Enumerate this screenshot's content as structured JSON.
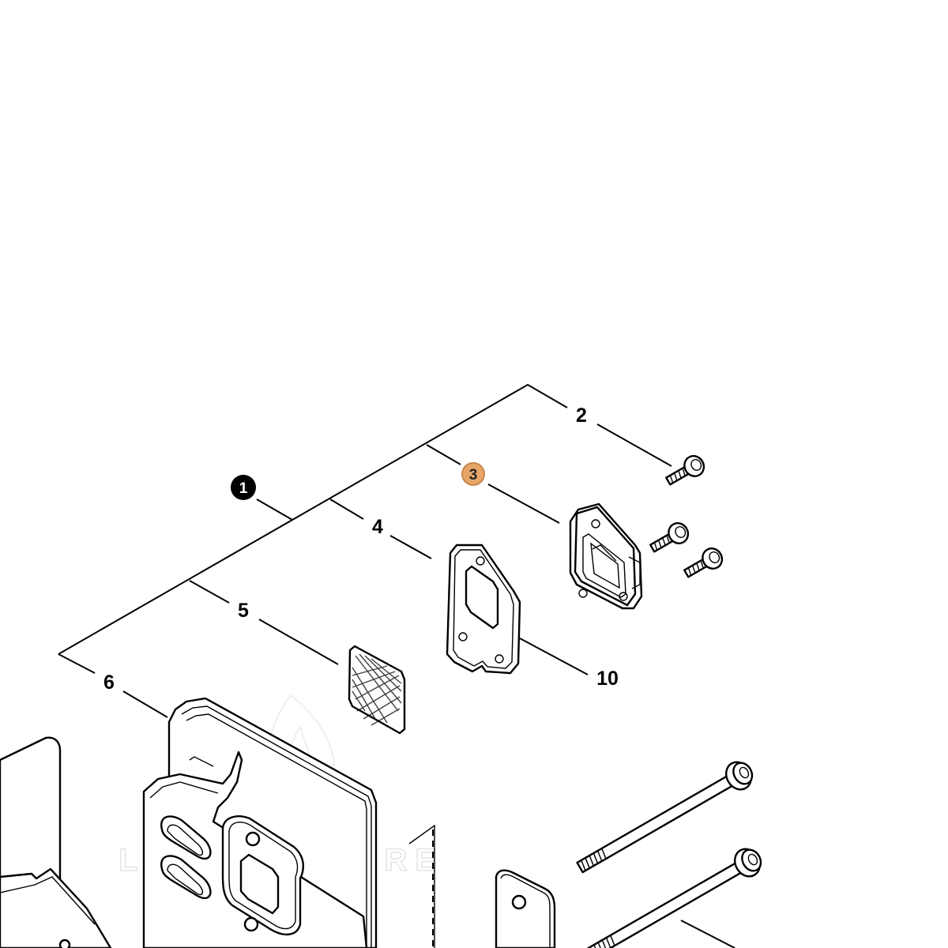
{
  "diagram": {
    "callouts": [
      {
        "id": "1",
        "label": "1",
        "style": "filled-circle"
      },
      {
        "id": "2",
        "label": "2",
        "style": "plain"
      },
      {
        "id": "3",
        "label": "3",
        "style": "highlighted-circle"
      },
      {
        "id": "4",
        "label": "4",
        "style": "plain"
      },
      {
        "id": "5",
        "label": "5",
        "style": "plain"
      },
      {
        "id": "6",
        "label": "6",
        "style": "plain"
      },
      {
        "id": "10",
        "label": "10",
        "style": "plain"
      }
    ],
    "watermark": "LANDVENTURE",
    "colors": {
      "line": "#000000",
      "background": "#ffffff",
      "highlight_fill": "#e8a56a",
      "highlight_stroke": "#c8864a",
      "filled_callout": "#000000"
    }
  }
}
